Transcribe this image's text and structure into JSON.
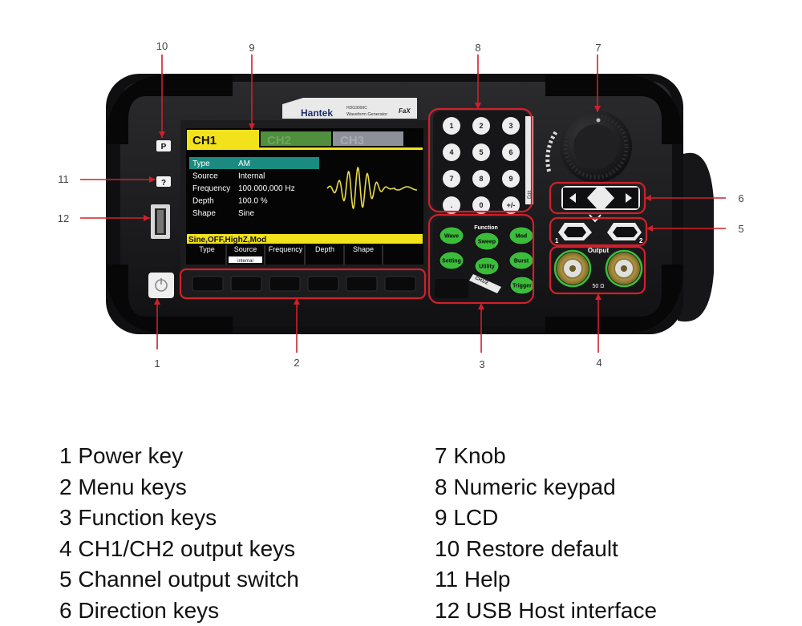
{
  "device": {
    "brand": "Hantek",
    "model": "HDG3000C",
    "subtitle": "Waveform Generator",
    "logo_mark": "FaX",
    "key_p": "P",
    "key_help": "?",
    "edit_label": "Edit",
    "function_label": "Function",
    "output_label": "Output",
    "impedance": "50 Ω",
    "ch1_jack": "1",
    "ch2_jack": "2",
    "ch_switch": "CH1/2"
  },
  "lcd": {
    "tabs": [
      "CH1",
      "CH2",
      "CH3"
    ],
    "params": [
      {
        "label": "Type",
        "value": "AM"
      },
      {
        "label": "Source",
        "value": "Internal"
      },
      {
        "label": "Frequency",
        "value": "100.000,000 Hz"
      },
      {
        "label": "Depth",
        "value": "100.0 %"
      },
      {
        "label": "Shape",
        "value": "Sine"
      }
    ],
    "status": "Sine,OFF,HighZ,Mod",
    "softkeys": [
      "Type",
      "Source",
      "Frequency",
      "Depth",
      "Shape"
    ],
    "source_value": "internal",
    "colors": {
      "tab_active": "#f2e21c",
      "tab_ch2": "#4f8f3e",
      "tab_ch3": "#8e9099",
      "highlight": "#1b8a80",
      "wave": "#e8d84a",
      "status_bar": "#f2e21c"
    }
  },
  "keypad": [
    "1",
    "2",
    "3",
    "4",
    "5",
    "6",
    "7",
    "8",
    "9",
    ".",
    "0",
    "+/-"
  ],
  "function_keys": [
    "Wave",
    "Sweep",
    "Mod",
    "Setting",
    "Utility",
    "Burst",
    "Trigger"
  ],
  "callouts": [
    "1",
    "2",
    "3",
    "4",
    "5",
    "6",
    "7",
    "8",
    "9",
    "10",
    "11",
    "12"
  ],
  "legend_left": [
    "1 Power key",
    "2 Menu keys",
    "3 Function keys",
    "4 CH1/CH2 output keys",
    "5 Channel output switch",
    "6 Direction keys"
  ],
  "legend_right": [
    "7 Knob",
    "8 Numeric keypad",
    "9 LCD",
    "10 Restore default",
    "11 Help",
    "12 USB Host interface"
  ],
  "colors": {
    "callout": "#d0202a",
    "key_green": "#3bbd3b",
    "body": "#1b1b1d"
  }
}
